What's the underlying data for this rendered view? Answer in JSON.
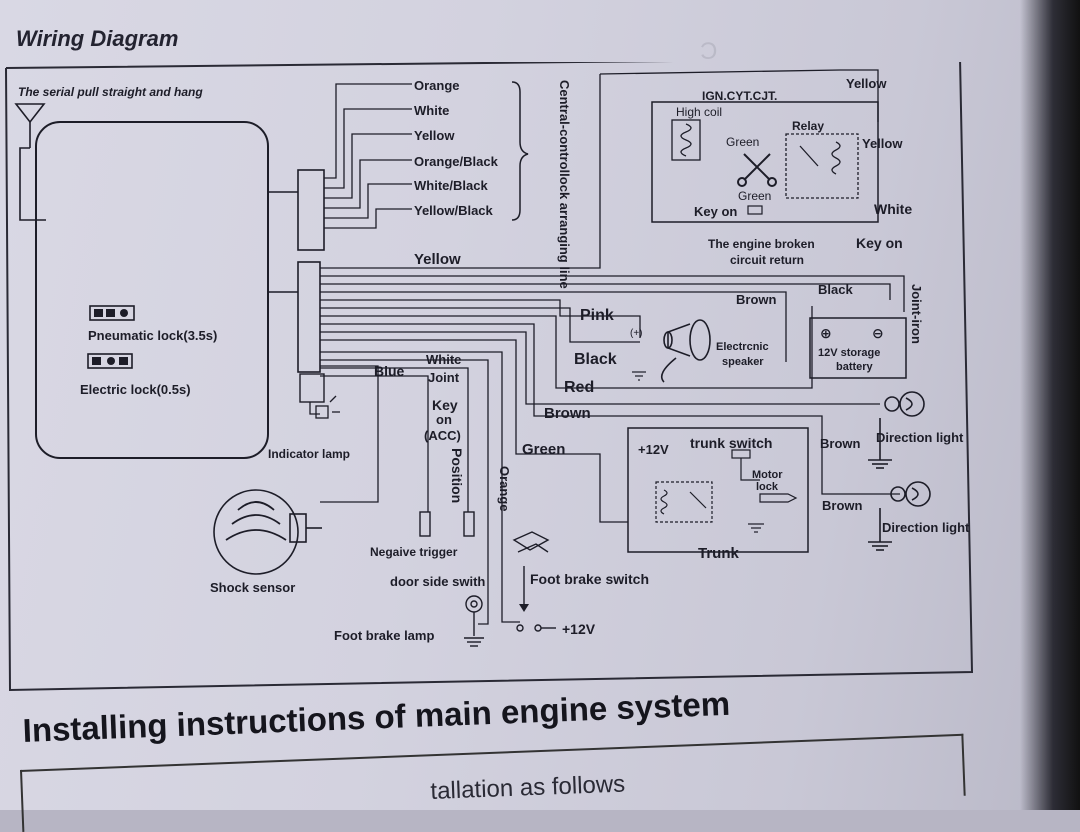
{
  "heading": "Wiring Diagram",
  "antenna_note": "The serial pull straight and hang",
  "central_lock": {
    "label": "Central-controllock arranging line",
    "wires": [
      "Orange",
      "White",
      "Yellow",
      "Orange/Black",
      "White/Black",
      "Yellow/Black"
    ]
  },
  "yellow_wire": "Yellow",
  "ignition": {
    "header": "IGN.CYT.CJT.",
    "high_coil": "High coil",
    "relay": "Relay",
    "green_top": "Green",
    "green_bottom": "Green",
    "key_on_inner": "Key on",
    "yellow_1": "Yellow",
    "yellow_2": "Yellow",
    "white": "White",
    "broken_circuit": "The engine broken circuit return",
    "key_on": "Key on"
  },
  "unit": {
    "pneumatic": "Pneumatic lock(3.5s)",
    "electric": "Electric lock(0.5s)"
  },
  "speaker": {
    "pink": "Pink",
    "black": "Black",
    "red": "Red",
    "plus": "(+)",
    "label": "Electrcnic speaker"
  },
  "battery": {
    "brown": "Brown",
    "black": "Black",
    "label": "12V storage battery",
    "joint_iron": "Joint-iron"
  },
  "brown_wire": "Brown",
  "green_wire": "Green",
  "trunk": {
    "plus12": "+12V",
    "switch": "trunk switch",
    "motor": "Motor lock",
    "label": "Trunk"
  },
  "direction": {
    "brown_1": "Brown",
    "label_1": "Direction light",
    "brown_2": "Brown",
    "label_2": "Direction light"
  },
  "key_switch": {
    "white_joint": "White Joint",
    "blue": "Blue",
    "key_pos": "Key on (ACC) Position",
    "orange": "Orange"
  },
  "misc": {
    "indicator": "Indicator lamp",
    "shock": "Shock sensor",
    "neg_trigger": "Negaive trigger",
    "door": "door side swith",
    "brake_switch": "Foot brake switch",
    "brake_lamp": "Foot brake lamp",
    "plus12": "+12V"
  },
  "install_title": "Installing instructions of main engine system",
  "install_sub": "tallation as follows"
}
